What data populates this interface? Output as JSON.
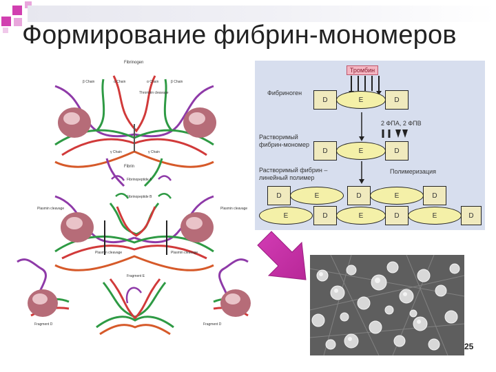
{
  "slide": {
    "title": "Формирование фибрин-мономеров",
    "page_number": "25",
    "accent_color": "#d13fb0"
  },
  "left_figure": {
    "top_label": "Fibrinogen",
    "chain_labels": [
      "β Chain",
      "α Chain",
      "α Chain",
      "β Chain"
    ],
    "thrombin_cleavage": "Thrombin cleavage",
    "gamma_labels": [
      "γ Chain",
      "γ Chain"
    ],
    "fibrin_label": "Fibrin",
    "fibrinopeptide_a": "Fibrinopeptide A",
    "fibrinopeptide_b": "Fibrinopeptide B",
    "plasmin_cleavage_left": "Plasmin cleavage",
    "plasmin_cleavage_right": "Plasmin cleavage",
    "plasmin_cleavage_bottom_left": "Plasmin cleavage",
    "plasmin_cleavage_bottom_right": "Plasmin cleavage",
    "fragment_e": "Fragment E",
    "fragment_d_left": "Fragment D",
    "fragment_d_right": "Fragment D"
  },
  "schema": {
    "thrombin": "Тромбин",
    "fibrinogen": "Фибриноген",
    "products": "2 ФПА, 2 ФПВ",
    "soluble_monomer": "Растворимый фибрин-мономер",
    "soluble_polymer": "Растворимый фибрин – линейный полимер",
    "polymerization": "Полимеризация",
    "domain_d": "D",
    "domain_e": "E"
  }
}
